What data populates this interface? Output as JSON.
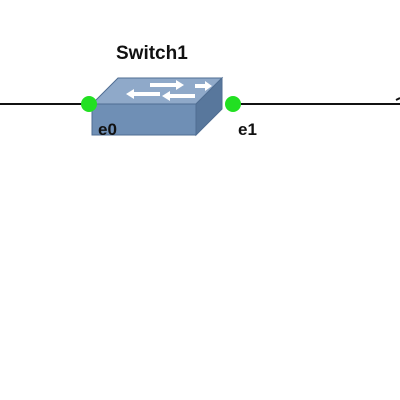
{
  "topology": {
    "node": {
      "label": "Switch1",
      "icon": "ethernet-switch-icon",
      "body_color": "#6f8fb5",
      "top_color": "#8fa9c9",
      "side_color": "#58779c"
    },
    "ports": [
      {
        "label": "e0",
        "status": "up",
        "color": "#22e022"
      },
      {
        "label": "e1",
        "status": "up",
        "color": "#22e022"
      }
    ],
    "link_color": "#111111"
  }
}
